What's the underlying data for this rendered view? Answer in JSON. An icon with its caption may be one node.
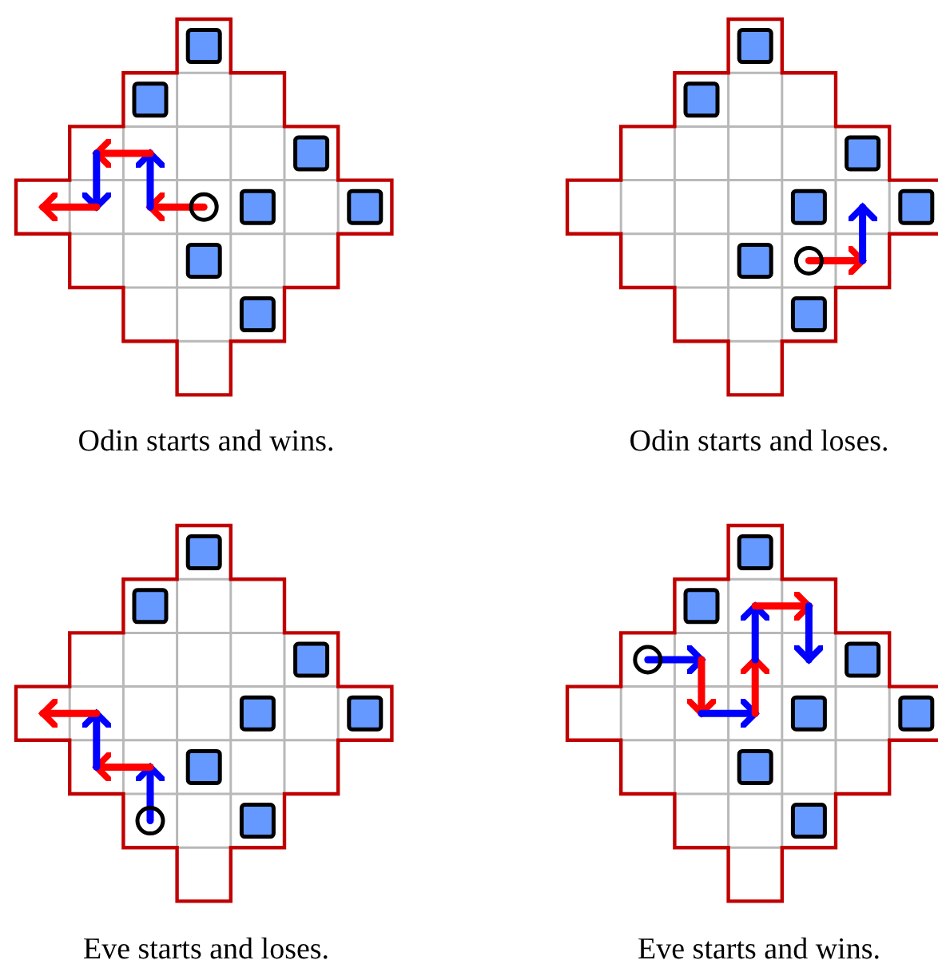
{
  "diagram": {
    "labels": [
      "Odin starts and wins.",
      "Odin starts and loses.",
      "Eve starts and loses.",
      "Eve starts and wins."
    ]
  }
}
